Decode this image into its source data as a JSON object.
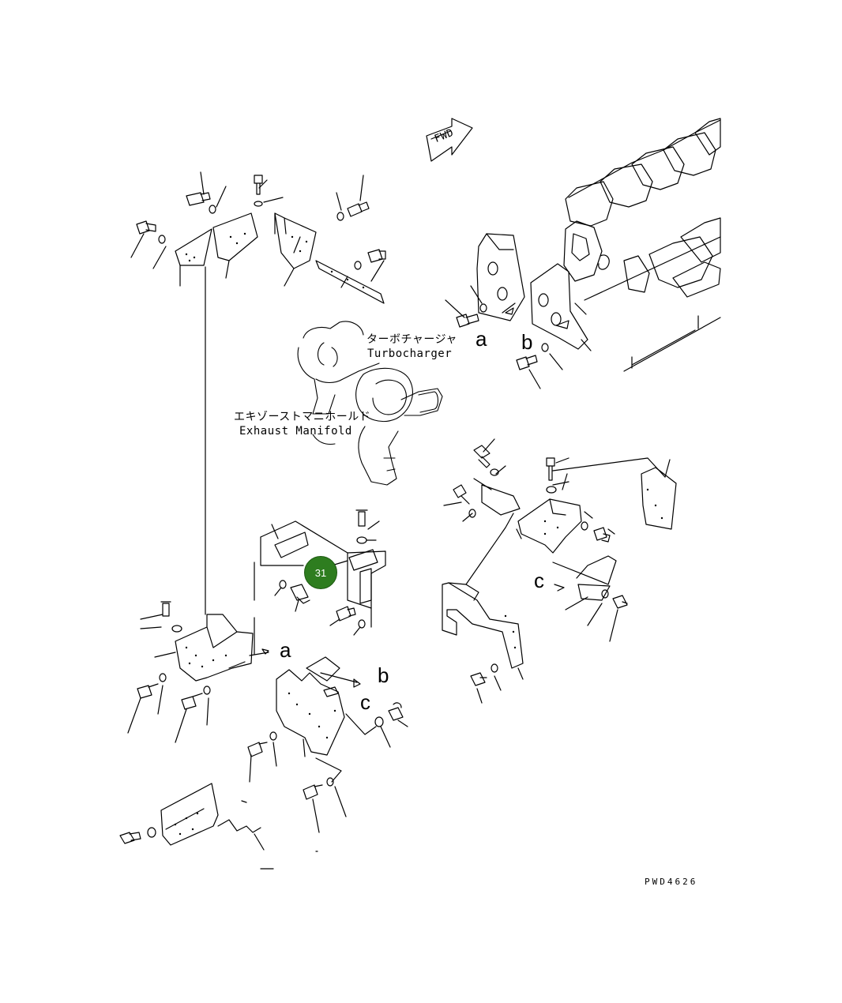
{
  "diagram": {
    "fwd_label": "FWD",
    "callout": {
      "number": "31",
      "color": "#2e7d1f"
    },
    "labels": {
      "turbocharger_jp": "ターボチャージャ",
      "turbocharger_en": "Turbocharger",
      "exhaust_manifold_jp": "エキゾーストマニホールド",
      "exhaust_manifold_en": "Exhaust Manifold"
    },
    "view_letters": {
      "a_upper": "a",
      "b_upper": "b",
      "c_right": "c",
      "a_lower": "a",
      "b_lower": "b",
      "c_lower": "c"
    },
    "drawing_code": "PWD4626"
  }
}
